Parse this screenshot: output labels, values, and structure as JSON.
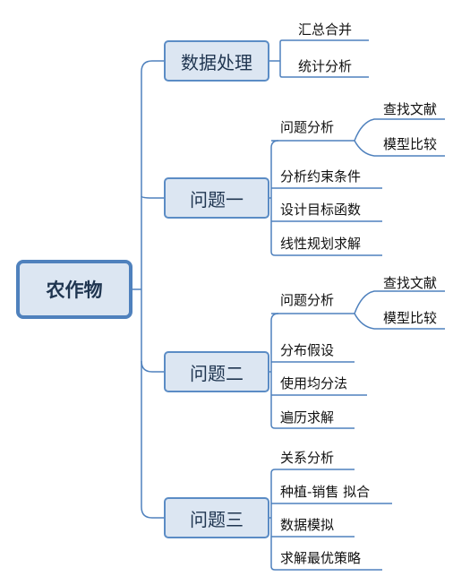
{
  "root": {
    "label": "农作物"
  },
  "branches": [
    {
      "label": "数据处理",
      "children": [
        {
          "label": "汇总合并"
        },
        {
          "label": "统计分析"
        }
      ]
    },
    {
      "label": "问题一",
      "children": [
        {
          "label": "问题分析",
          "children": [
            {
              "label": "查找文献"
            },
            {
              "label": "模型比较"
            }
          ]
        },
        {
          "label": "分析约束条件"
        },
        {
          "label": "设计目标函数"
        },
        {
          "label": "线性规划求解"
        }
      ]
    },
    {
      "label": "问题二",
      "children": [
        {
          "label": "问题分析",
          "children": [
            {
              "label": "查找文献"
            },
            {
              "label": "模型比较"
            }
          ]
        },
        {
          "label": "分布假设"
        },
        {
          "label": "使用均分法"
        },
        {
          "label": "遍历求解"
        }
      ]
    },
    {
      "label": "问题三",
      "children": [
        {
          "label": "关系分析"
        },
        {
          "label": "种植-销售 拟合"
        },
        {
          "label": "数据模拟"
        },
        {
          "label": "求解最优策略"
        }
      ]
    }
  ],
  "colors": {
    "line": "#4f81bd",
    "node_fill": "#dce6f2",
    "node_border": "#5b8cc5"
  }
}
